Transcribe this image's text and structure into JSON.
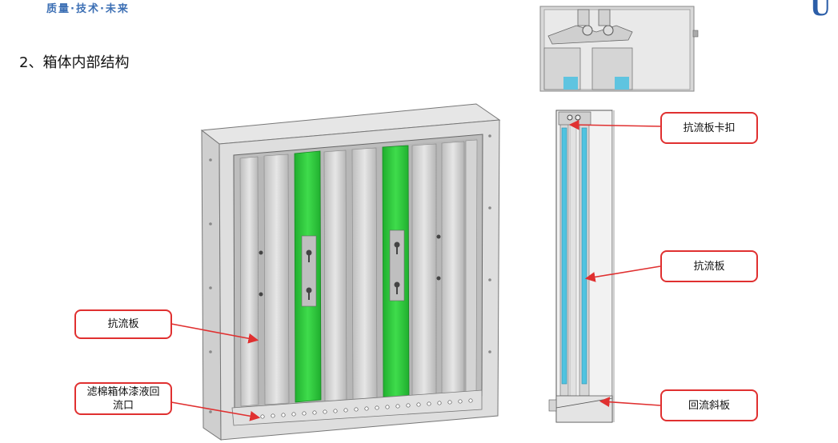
{
  "header": {
    "slogan": "质量·技术·未来",
    "logo_fragment": "U"
  },
  "section": {
    "heading": "2、箱体内部结构"
  },
  "callouts": {
    "baffle_left": "抗流板",
    "drain_port": "滤棉箱体漆液回流口",
    "baffle_clip": "抗流板卡扣",
    "baffle_right": "抗流板",
    "return_ramp": "回流斜板"
  },
  "colors": {
    "accent_red": "#e03030",
    "panel_green": "#2bc63a",
    "panel_cyan": "#4fc3e0",
    "metal": "#c9c9c9",
    "brand_blue": "#3c6fb4"
  }
}
